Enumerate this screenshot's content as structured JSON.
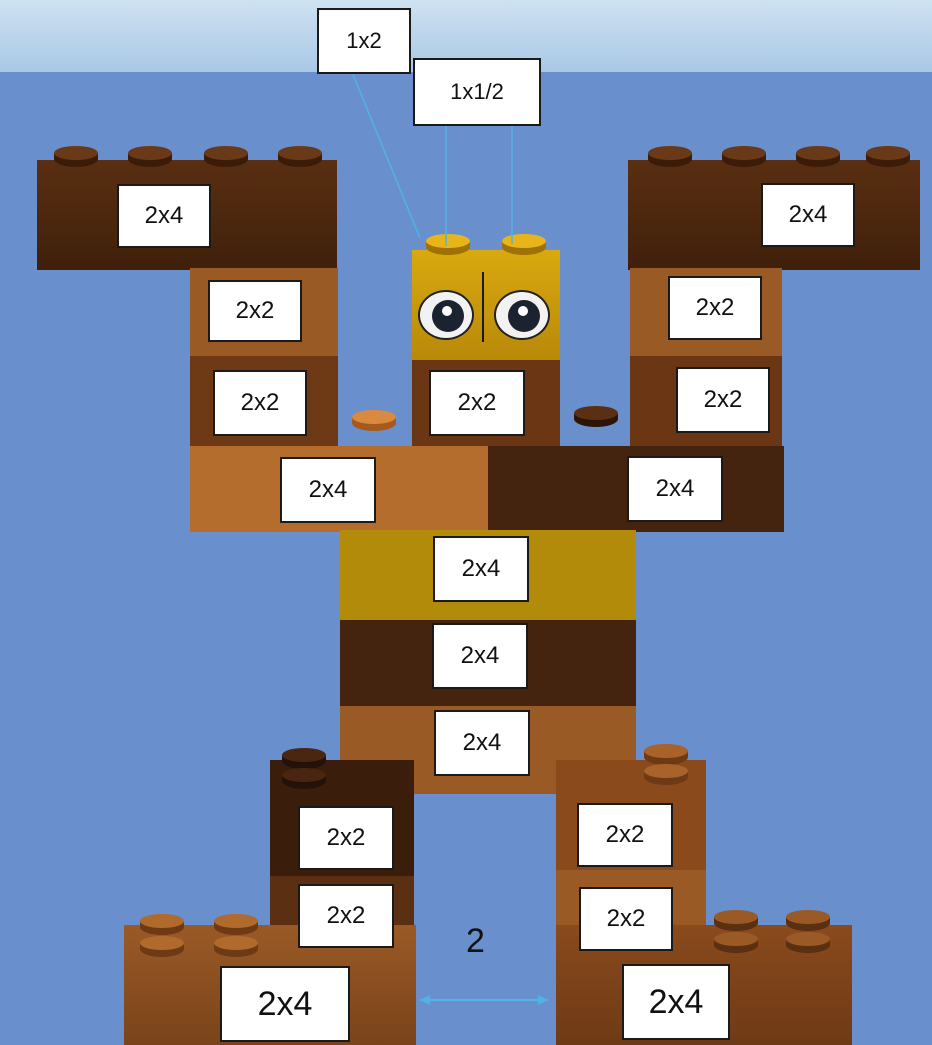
{
  "labels": {
    "head_top_1x2": "1x2",
    "head_top_1x1_2": "1x1/2",
    "left_arm_top": "2x4",
    "right_arm_top": "2x4",
    "left_arm_upper": "2x2",
    "right_arm_upper": "2x2",
    "left_arm_lower": "2x2",
    "neck": "2x2",
    "right_arm_lower": "2x2",
    "left_shoulder": "2x4",
    "right_shoulder": "2x4",
    "torso_yellow": "2x4",
    "torso_dark": "2x4",
    "torso_hip": "2x4",
    "left_leg_upper": "2x2",
    "right_leg_upper": "2x2",
    "left_leg_lower": "2x2",
    "right_leg_lower": "2x2",
    "left_foot": "2x4",
    "right_foot": "2x4",
    "gap_width": "2"
  },
  "colors": {
    "background": "#6a8fcd",
    "dark_brown": "#44230f",
    "medium_brown": "#9a5a26",
    "light_brown": "#b56d2e",
    "yellow": "#b38b0a",
    "orange": "#c8752f",
    "dimension_line": "#4fb3e6"
  }
}
